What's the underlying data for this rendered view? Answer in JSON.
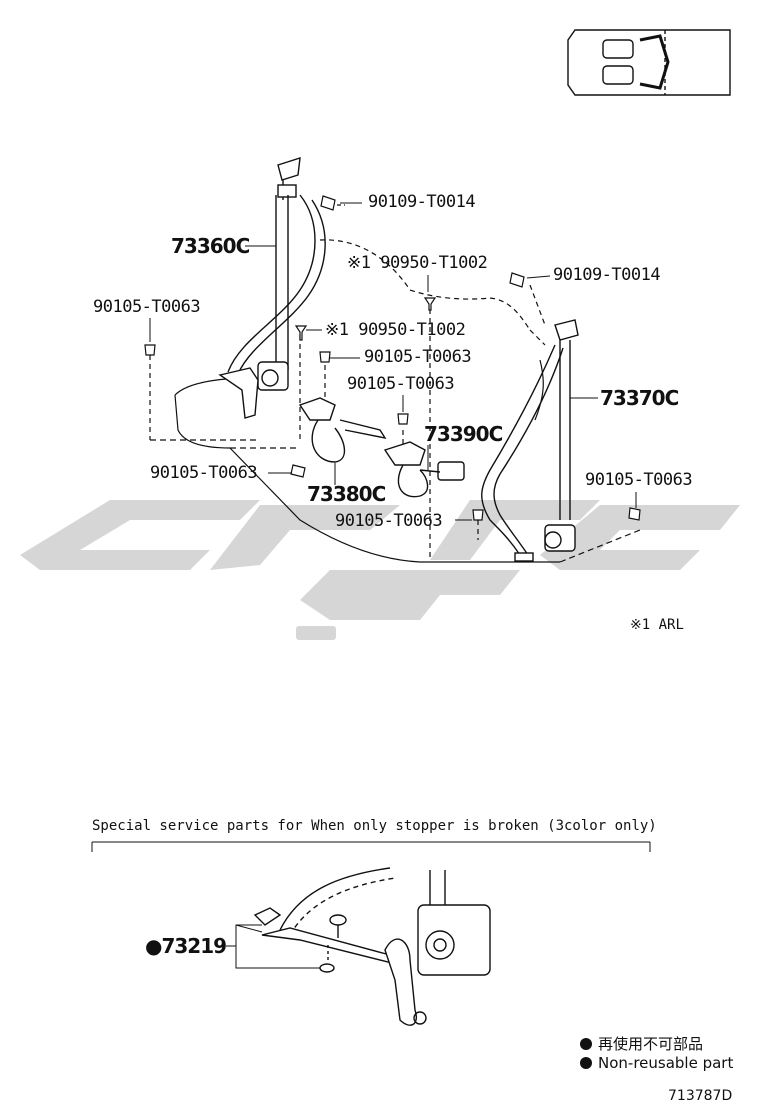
{
  "diagram": {
    "labels": {
      "p_73360C": "73360C",
      "p_90109_top": "90109-T0014",
      "p_90950_a": "※1 90950-T1002",
      "p_90109_right": "90109-T0014",
      "p_90105_left": "90105-T0063",
      "p_90950_b": "※1 90950-T1002",
      "p_90105_mid1": "90105-T0063",
      "p_90105_mid2": "90105-T0063",
      "p_73370C": "73370C",
      "p_73390C": "73390C",
      "p_90105_lowleft": "90105-T0063",
      "p_73380C": "73380C",
      "p_90105_right": "90105-T0063",
      "p_90105_bottom": "90105-T0063",
      "p_73219": "●73219"
    },
    "note_arl": "※1 ARL",
    "special_caption": "Special service parts for When only stopper is broken (3color only)",
    "legend": {
      "jp": "再使用不可部品",
      "en": "Non-reusable part"
    },
    "drawing_code": "713787D",
    "colors": {
      "line": "#111111",
      "watermark": "#c8c8c8"
    }
  }
}
